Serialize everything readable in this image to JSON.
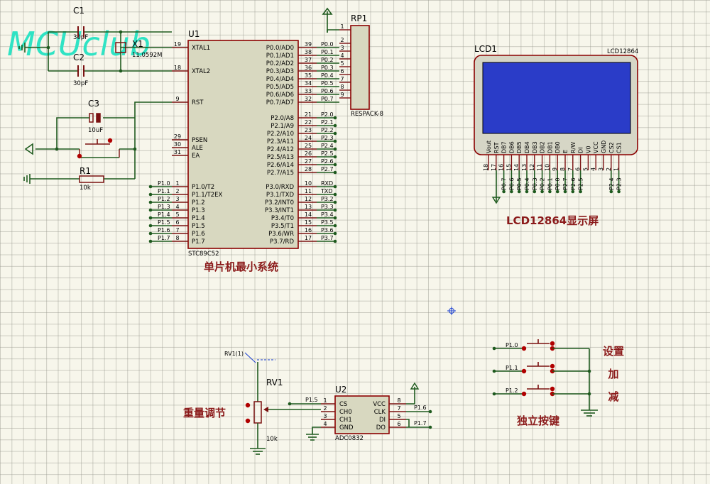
{
  "watermark": "MCUclub",
  "mcu": {
    "ref": "U1",
    "part": "STC89C52",
    "caption": "单片机最小系统",
    "left_pins": [
      {
        "num": "19",
        "name": "XTAL1"
      },
      {
        "num": "18",
        "name": "XTAL2"
      },
      {
        "num": "9",
        "name": "RST"
      },
      {
        "num": "29",
        "name": "PSEN"
      },
      {
        "num": "30",
        "name": "ALE"
      },
      {
        "num": "31",
        "name": "EA"
      },
      {
        "num": "1",
        "name": "P1.0/T2"
      },
      {
        "num": "2",
        "name": "P1.1/T2EX"
      },
      {
        "num": "3",
        "name": "P1.2"
      },
      {
        "num": "4",
        "name": "P1.3"
      },
      {
        "num": "5",
        "name": "P1.4"
      },
      {
        "num": "6",
        "name": "P1.5"
      },
      {
        "num": "7",
        "name": "P1.6"
      },
      {
        "num": "8",
        "name": "P1.7"
      }
    ],
    "left_net_labels": [
      "P1.0",
      "P1.1",
      "P1.2",
      "P1.3",
      "P1.4",
      "P1.5",
      "P1.6",
      "P1.7"
    ],
    "right_pins": [
      {
        "num": "39",
        "name": "P0.0/AD0",
        "net": "P0.0"
      },
      {
        "num": "38",
        "name": "P0.1/AD1",
        "net": "P0.1"
      },
      {
        "num": "37",
        "name": "P0.2/AD2",
        "net": "P0.2"
      },
      {
        "num": "36",
        "name": "P0.3/AD3",
        "net": "P0.3"
      },
      {
        "num": "35",
        "name": "P0.4/AD4",
        "net": "P0.4"
      },
      {
        "num": "34",
        "name": "P0.5/AD5",
        "net": "P0.5"
      },
      {
        "num": "33",
        "name": "P0.6/AD6",
        "net": "P0.6"
      },
      {
        "num": "32",
        "name": "P0.7/AD7",
        "net": "P0.7"
      },
      {
        "num": "21",
        "name": "P2.0/A8",
        "net": "P2.0"
      },
      {
        "num": "22",
        "name": "P2.1/A9",
        "net": "P2.1"
      },
      {
        "num": "23",
        "name": "P2.2/A10",
        "net": "P2.2"
      },
      {
        "num": "24",
        "name": "P2.3/A11",
        "net": "P2.3"
      },
      {
        "num": "25",
        "name": "P2.4/A12",
        "net": "P2.4"
      },
      {
        "num": "26",
        "name": "P2.5/A13",
        "net": "P2.5"
      },
      {
        "num": "27",
        "name": "P2.6/A14",
        "net": "P2.6"
      },
      {
        "num": "28",
        "name": "P2.7/A15",
        "net": "P2.7"
      },
      {
        "num": "10",
        "name": "P3.0/RXD",
        "net": "RXD"
      },
      {
        "num": "11",
        "name": "P3.1/TXD",
        "net": "TXD"
      },
      {
        "num": "12",
        "name": "P3.2/INT0",
        "net": "P3.2"
      },
      {
        "num": "13",
        "name": "P3.3/INT1",
        "net": "P3.3"
      },
      {
        "num": "14",
        "name": "P3.4/T0",
        "net": "P3.4"
      },
      {
        "num": "15",
        "name": "P3.5/T1",
        "net": "P3.5"
      },
      {
        "num": "16",
        "name": "P3.6/WR",
        "net": "P3.6"
      },
      {
        "num": "17",
        "name": "P3.7/RD",
        "net": "P3.7"
      }
    ]
  },
  "crystal": {
    "c1": "C1",
    "c1_val": "30pF",
    "c2": "C2",
    "c2_val": "30pF",
    "x1": "X1",
    "x1_val": "11.0592M"
  },
  "reset": {
    "c3": "C3",
    "c3_val": "10uF",
    "r1": "R1",
    "r1_val": "10k"
  },
  "rp1": {
    "ref": "RP1",
    "part": "RESPACK-8",
    "pins": [
      "1",
      "2",
      "3",
      "4",
      "5",
      "6",
      "7",
      "8",
      "9"
    ]
  },
  "lcd": {
    "ref": "LCD1",
    "part": "LCD12864",
    "caption": "LCD12864显示屏",
    "pin_names": [
      "Vout",
      "RST",
      "DB7",
      "DB6",
      "DB5",
      "DB4",
      "DB3",
      "DB2",
      "DB1",
      "DB0",
      "E",
      "R/W",
      "DI",
      "V0",
      "VCC",
      "GND",
      "CS2",
      "CS1"
    ],
    "pin_nums": [
      "18",
      "17",
      "16",
      "15",
      "14",
      "13",
      "12",
      "11",
      "10",
      "9",
      "8",
      "7",
      "6",
      "5",
      "4",
      "3",
      "2",
      "1"
    ],
    "pin_nets": [
      "",
      "",
      "P0.7",
      "P0.6",
      "P0.5",
      "P0.4",
      "P0.3",
      "P0.2",
      "P0.1",
      "P0.0",
      "P2.7",
      "P2.6",
      "P2.5",
      "",
      "",
      "",
      "P2.4",
      "P2.3"
    ],
    "screen_color": "#2a3cc8"
  },
  "pot": {
    "ref": "RV1",
    "val": "10k",
    "probe": "RV1(1)",
    "caption": "重量调节"
  },
  "adc": {
    "ref": "U2",
    "part": "ADC0832",
    "left": [
      {
        "num": "1",
        "name": "CS"
      },
      {
        "num": "2",
        "name": "CH0"
      },
      {
        "num": "3",
        "name": "CH1"
      },
      {
        "num": "4",
        "name": "GND"
      }
    ],
    "right": [
      {
        "num": "8",
        "name": "VCC"
      },
      {
        "num": "7",
        "name": "CLK"
      },
      {
        "num": "5",
        "name": "DI"
      },
      {
        "num": "6",
        "name": "DO"
      }
    ],
    "net_cs": "P1.5",
    "net_clk": "P1.6",
    "net_do": "P1.7"
  },
  "buttons": {
    "caption": "独立按键",
    "nets": [
      "P1.0",
      "P1.1",
      "P1.2"
    ],
    "labels": [
      "设置",
      "加",
      "减"
    ]
  }
}
